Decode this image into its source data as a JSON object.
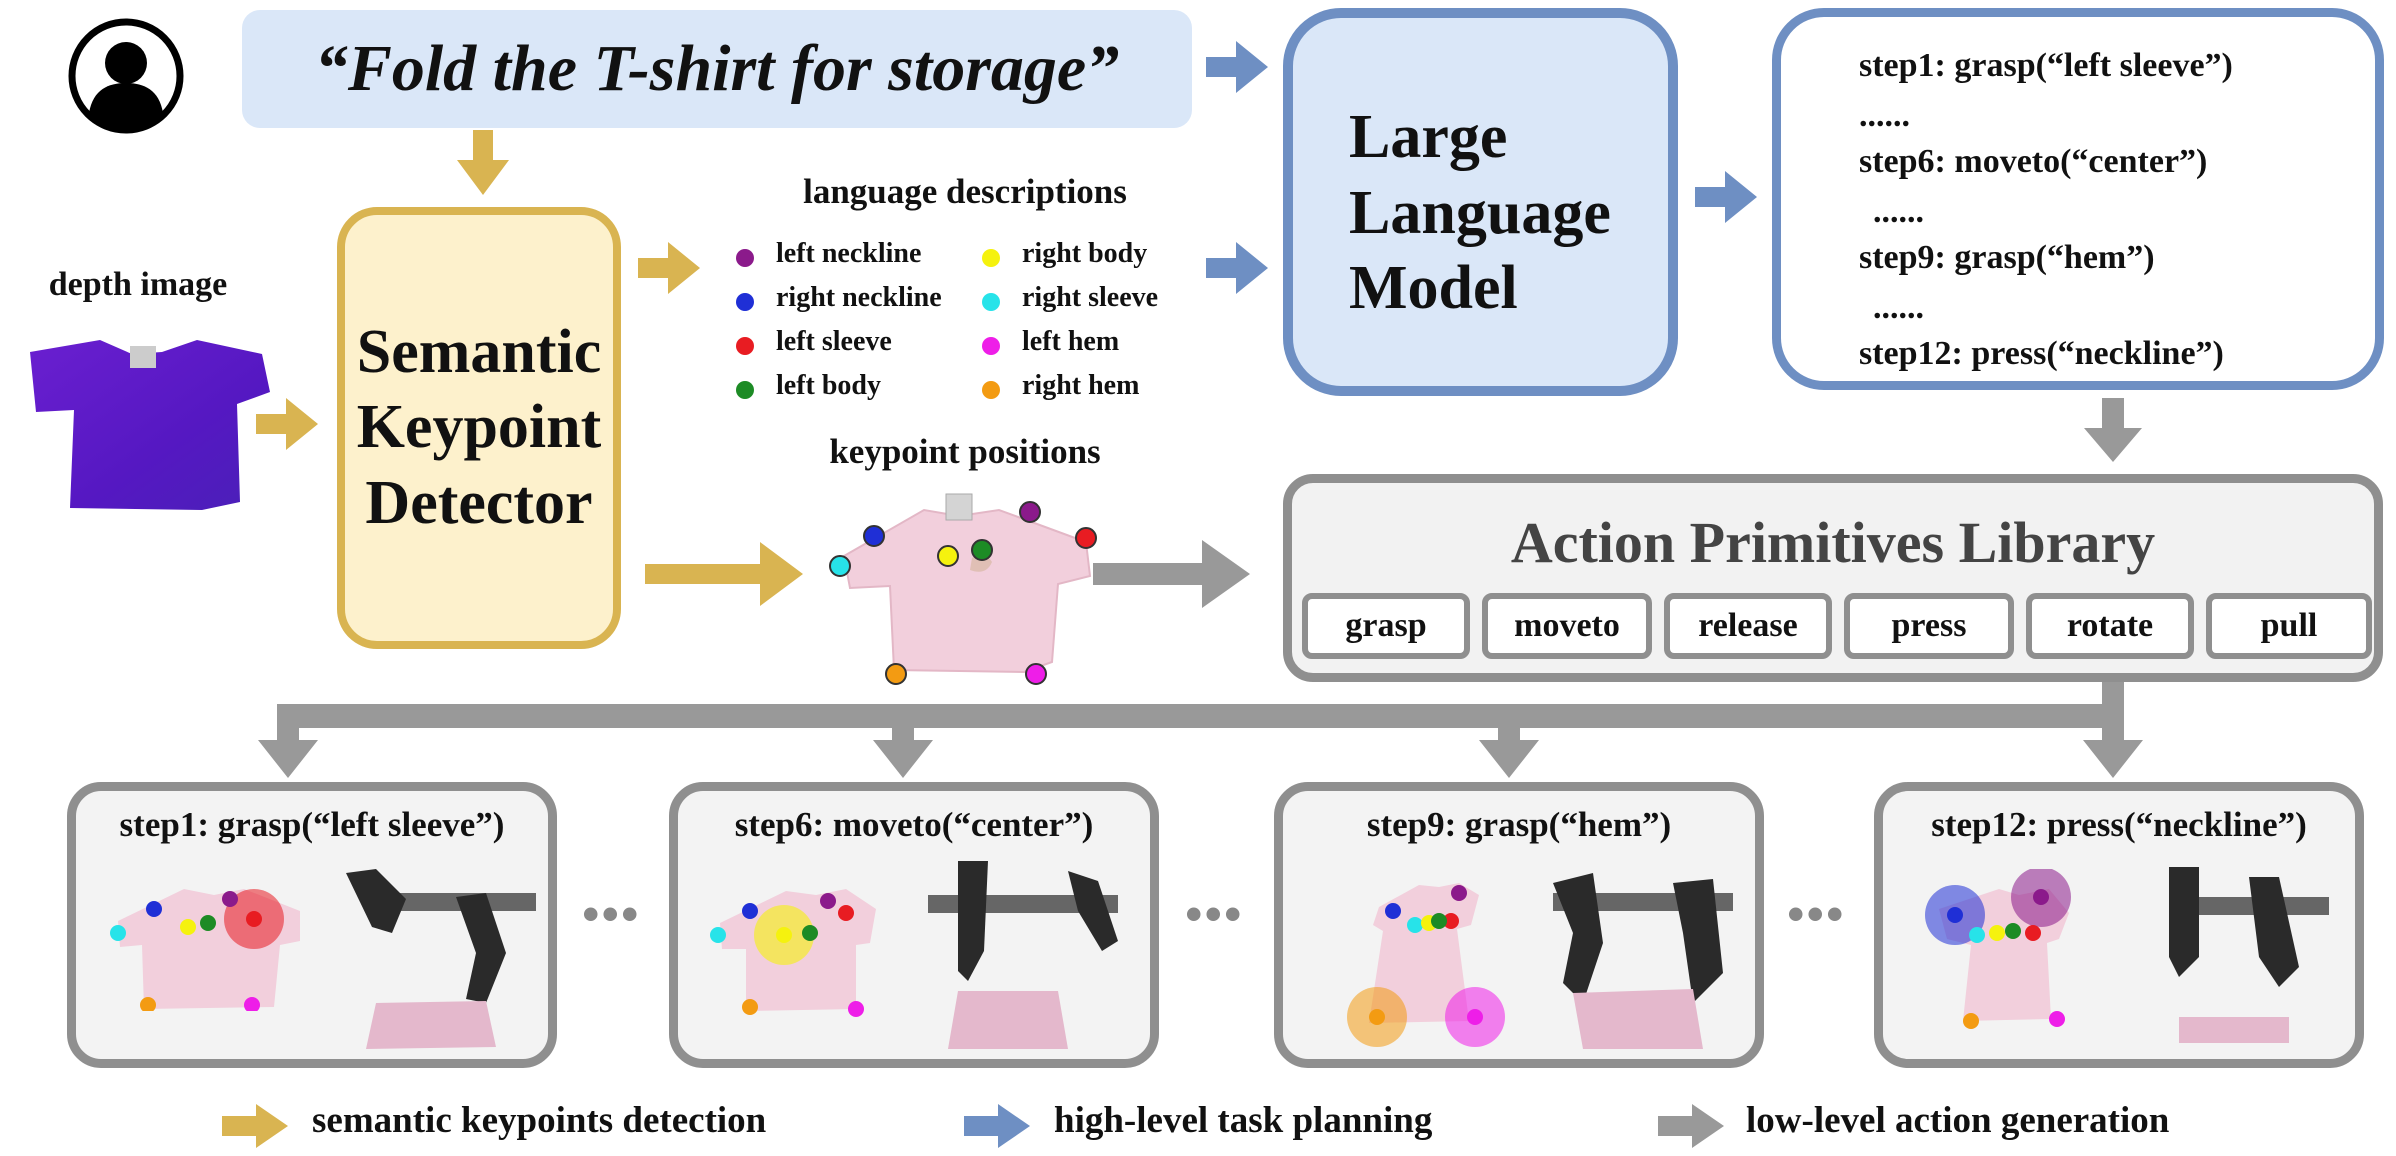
{
  "instruction": "“Fold the T-shirt for storage”",
  "depth_image_label": "depth image",
  "detector_label": [
    "Semantic",
    "Keypoint",
    "Detector"
  ],
  "llm_label": [
    "Large",
    "Language",
    "Model"
  ],
  "language_descriptions": {
    "title": "language descriptions",
    "items": [
      {
        "label": "left neckline",
        "color": "#8b1a8b"
      },
      {
        "label": "right body",
        "color": "#f5f20e"
      },
      {
        "label": "right neckline",
        "color": "#1f2fd6"
      },
      {
        "label": "right sleeve",
        "color": "#27e3e9"
      },
      {
        "label": "left sleeve",
        "color": "#e81c22"
      },
      {
        "label": "left hem",
        "color": "#ee1ee8"
      },
      {
        "label": "left body",
        "color": "#1d8b25"
      },
      {
        "label": "right hem",
        "color": "#f39b12"
      }
    ]
  },
  "keypoint_positions_label": "keypoint positions",
  "plan": [
    "step1: grasp(“left sleeve”)",
    "......",
    "step6: moveto(“center”)",
    "......",
    "step9: grasp(“hem”)",
    "......",
    "step12: press(“neckline”)"
  ],
  "library": {
    "title": "Action Primitives Library",
    "primitives": [
      "grasp",
      "moveto",
      "release",
      "press",
      "rotate",
      "pull"
    ]
  },
  "steps": [
    {
      "title": "step1: grasp(“left sleeve”)"
    },
    {
      "title": "step6: moveto(“center”)"
    },
    {
      "title": "step9: grasp(“hem”)"
    },
    {
      "title": "step12: press(“neckline”)"
    }
  ],
  "ellipsis": "•••",
  "legend": [
    {
      "label": "semantic keypoints detection",
      "color": "#d9b451"
    },
    {
      "label": "high-level task planning",
      "color": "#6e8fc3"
    },
    {
      "label": "low-level action generation",
      "color": "#999999"
    }
  ]
}
